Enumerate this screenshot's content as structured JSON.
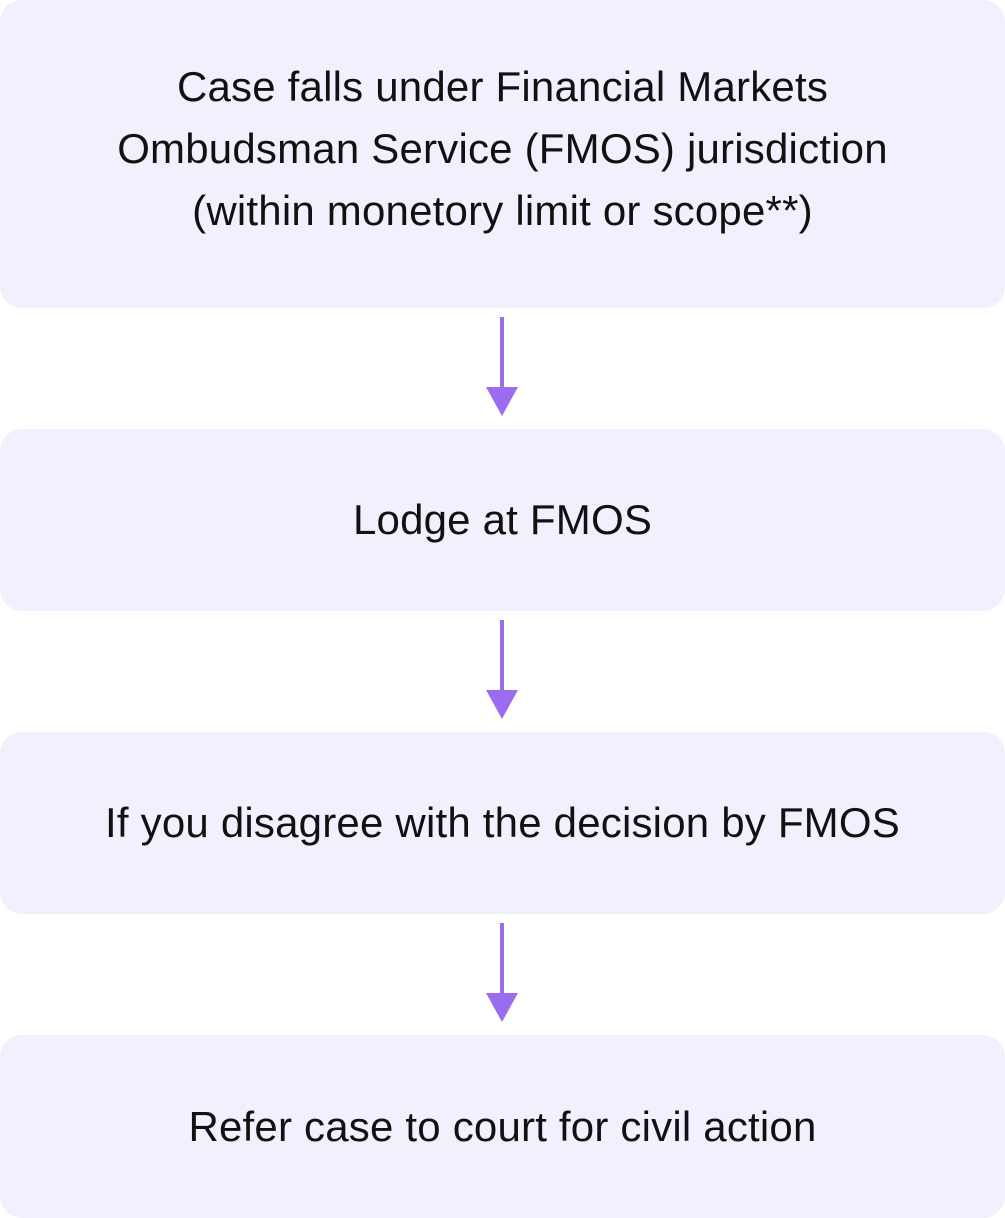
{
  "flowchart": {
    "steps": [
      {
        "text": "Case falls under Financial Markets Ombudsman Service (FMOS) jurisdiction (within monetory limit or scope**)"
      },
      {
        "text": "Lodge at FMOS"
      },
      {
        "text": "If you disagree with the decision by FMOS"
      },
      {
        "text": "Refer case to court for civil action"
      }
    ]
  },
  "colors": {
    "box_fill": "#f2f0fd",
    "arrow": "#9b6cf0",
    "text": "#111111"
  }
}
